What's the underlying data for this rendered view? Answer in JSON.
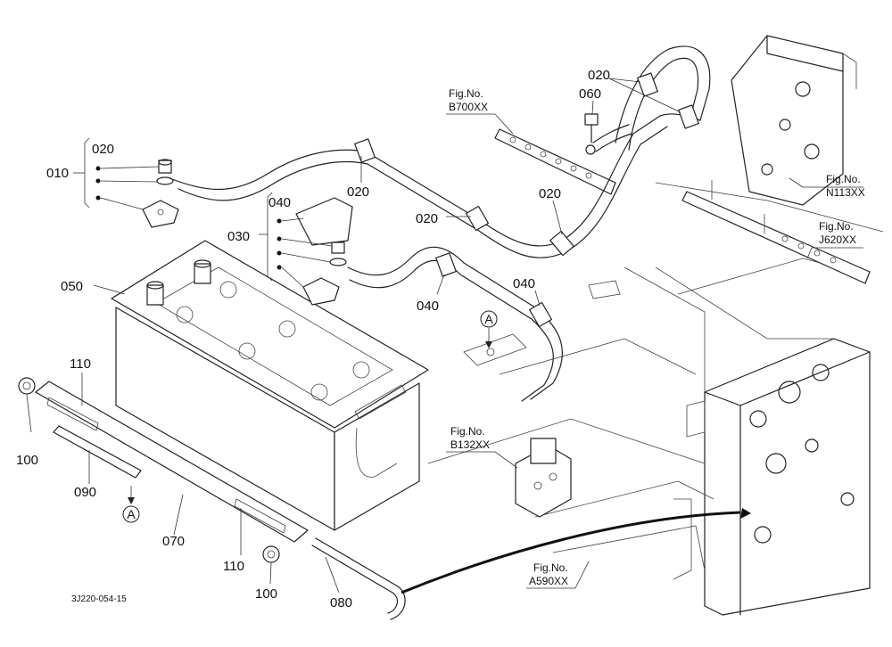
{
  "part_labels": {
    "p010": "010",
    "p020_a": "020",
    "p020_b": "020",
    "p020_c": "020",
    "p020_d": "020",
    "p020_e": "020",
    "p030": "030",
    "p040_a": "040",
    "p040_b": "040",
    "p040_c": "040",
    "p050": "050",
    "p060": "060",
    "p070": "070",
    "p080": "080",
    "p090": "090",
    "p100_a": "100",
    "p100_b": "100",
    "p110_a": "110",
    "p110_b": "110"
  },
  "figure_refs": {
    "b700_prefix": "Fig.No.",
    "b700_code": "B700XX",
    "n113_prefix": "Fig.No.",
    "n113_code": "N113XX",
    "j620_prefix": "Fig.No.",
    "j620_code": "J620XX",
    "b132_prefix": "Fig.No.",
    "b132_code": "B132XX",
    "a590_prefix": "Fig.No.",
    "a590_code": "A590XX"
  },
  "callouts": {
    "a_upper": "A",
    "a_lower": "A"
  },
  "drawing_code": "3J220-054-15"
}
